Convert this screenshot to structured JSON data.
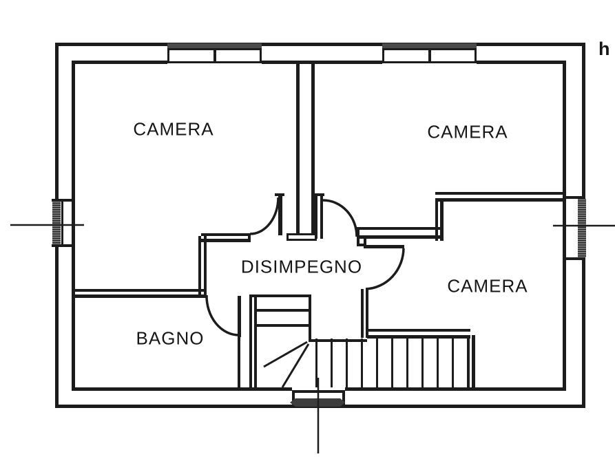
{
  "plan": {
    "room_labels": [
      {
        "id": "camera-top-left",
        "label": "CAMERA"
      },
      {
        "id": "camera-top-right",
        "label": "CAMERA"
      },
      {
        "id": "camera-right",
        "label": "CAMERA"
      },
      {
        "id": "disimpegno",
        "label": "DISIMPEGNO"
      },
      {
        "id": "bagno",
        "label": "BAGNO"
      }
    ],
    "annotations": {
      "height_note": "h"
    },
    "colors": {
      "line": "#1c1c1c",
      "background": "#ffffff",
      "window_band": "#4a4a4a"
    }
  }
}
